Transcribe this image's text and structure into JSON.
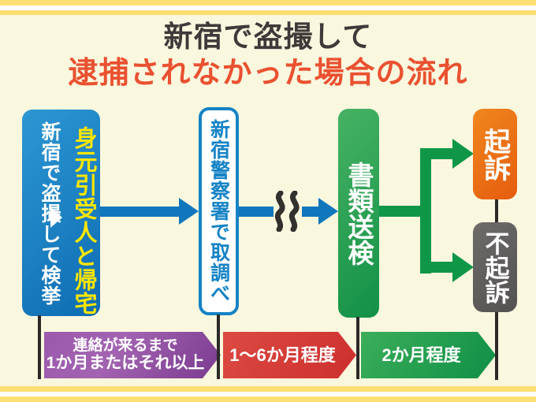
{
  "title": {
    "line1": "新宿で盗撮して",
    "line2": "逮捕されなかった場合の流れ"
  },
  "flow": {
    "arrest_box": {
      "main": "新宿で盗撮して検挙",
      "sub": "身元引受人と帰宅"
    },
    "police_box": {
      "label": "新宿警察署で取調べ"
    },
    "papers_box": {
      "label": "書類送検"
    },
    "prosecution_box": {
      "label": "起訴"
    },
    "non_prosecution_box": {
      "label": "不起訴"
    }
  },
  "timeline": {
    "wait_bar": {
      "line1": "連絡が来るまで",
      "line2": "1か月またはそれ以上"
    },
    "investigation_bar": {
      "label": "1〜6か月程度"
    },
    "decision_bar": {
      "label": "2か月程度"
    }
  },
  "icons": {
    "arrest_separator": "right-triangle",
    "flow_arrows": "right-arrow",
    "arrow_break": "double-squiggle",
    "branch": "forked-right-arrows"
  },
  "colors": {
    "background": "#faf7df",
    "stripe_yellow": "#fcdf72",
    "title_primary": "#3d3a39",
    "title_accent": "#e95130",
    "arrest_box_blue": "#1583c5",
    "highlight_yellow": "#ffe600",
    "flow_arrow_blue": "#1077bc",
    "papers_green": "#129147",
    "branch_green": "#0f9747",
    "prosecution_orange": "#e9690f",
    "non_prosecution_gray": "#5d5a5a",
    "wait_purple": "#8a4a9c",
    "investigation_red": "#d23531",
    "decision_green": "#1d9c4d"
  }
}
